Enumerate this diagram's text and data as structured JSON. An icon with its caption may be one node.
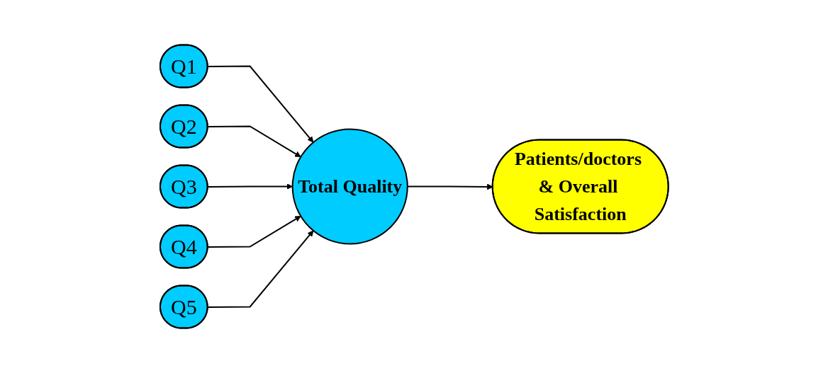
{
  "diagram": {
    "nodes": [
      {
        "text": [
          "Q1"
        ]
      },
      {
        "text": [
          "Q2"
        ]
      },
      {
        "text": [
          "Q3"
        ]
      },
      {
        "text": [
          "Q4"
        ]
      },
      {
        "text": [
          "Q5"
        ]
      },
      {
        "text": [
          "Total Quality"
        ]
      },
      {
        "text": [
          "Patients/doctors & Overall Satisfaction"
        ]
      }
    ],
    "edges": [
      {
        "from": 0,
        "to": 5,
        "arrow": "to"
      },
      {
        "from": 1,
        "to": 5,
        "arrow": "to"
      },
      {
        "from": 2,
        "to": 5,
        "arrow": "to"
      },
      {
        "from": 3,
        "to": 5,
        "arrow": "to"
      },
      {
        "from": 4,
        "to": 5,
        "arrow": "to"
      },
      {
        "from": 5,
        "to": 6,
        "arrow": "to"
      }
    ]
  }
}
